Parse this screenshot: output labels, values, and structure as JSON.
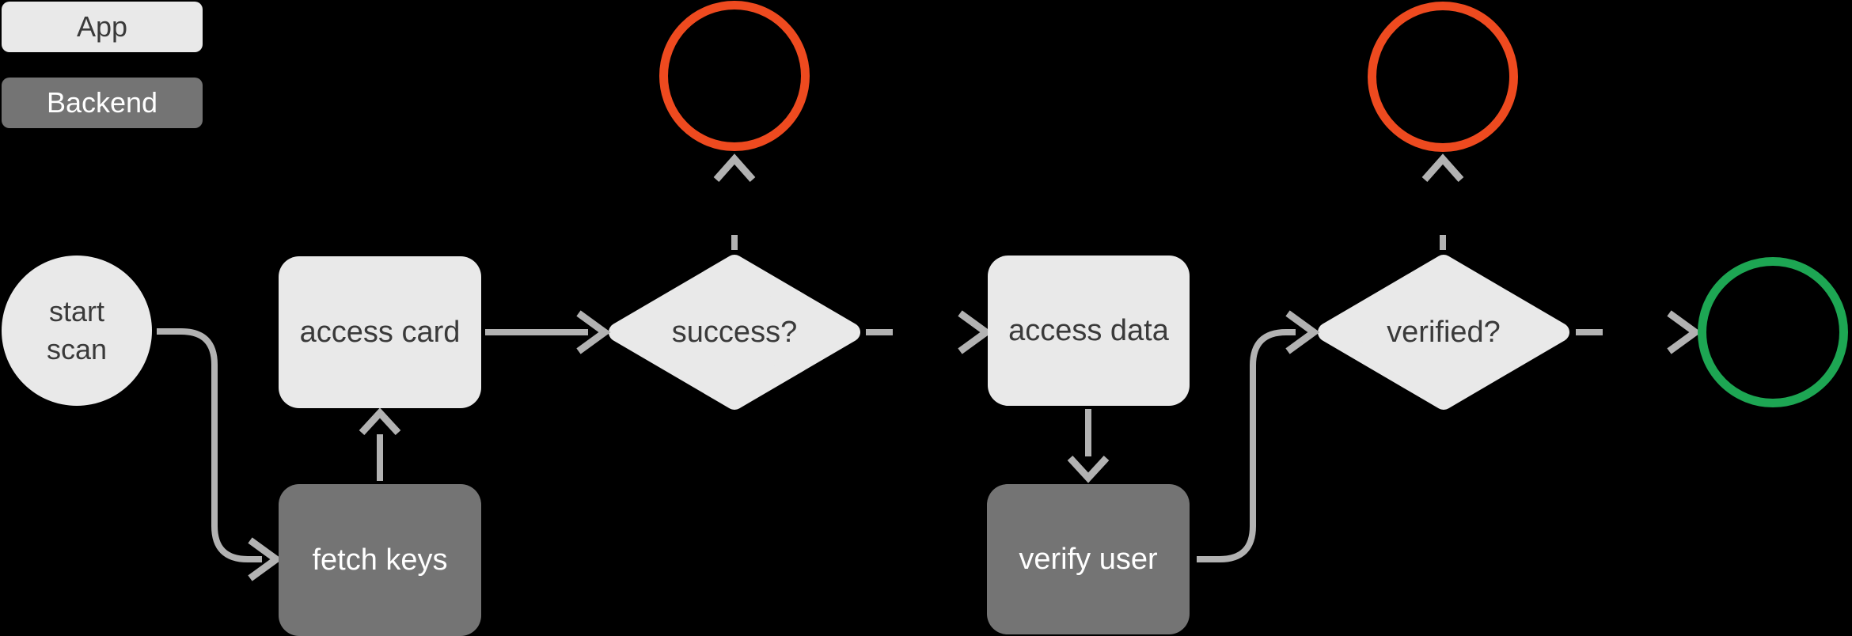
{
  "colors": {
    "background": "#000000",
    "node_light": "#E9E9E9",
    "node_dark": "#747474",
    "connector": "#B2B2B2",
    "text_dark": "#3A3A3A",
    "text_light": "#FFFFFF",
    "end_error": "#EE4A1F",
    "end_success": "#1DA653"
  },
  "legend": {
    "items": [
      {
        "label": "App",
        "style": "light"
      },
      {
        "label": "Backend",
        "style": "dark"
      }
    ]
  },
  "diagram": {
    "nodes": {
      "start_scan": {
        "label": "start scan",
        "shape": "circle",
        "layer": "App"
      },
      "access_card": {
        "label": "access card",
        "shape": "rectangle",
        "layer": "App"
      },
      "fetch_keys": {
        "label": "fetch keys",
        "shape": "rectangle",
        "layer": "Backend"
      },
      "success": {
        "label": "success?",
        "shape": "decision-diamond",
        "layer": "App"
      },
      "access_data": {
        "label": "access data",
        "shape": "rectangle",
        "layer": "App"
      },
      "verify_user": {
        "label": "verify user",
        "shape": "rectangle",
        "layer": "Backend"
      },
      "verified": {
        "label": "verified?",
        "shape": "decision-diamond",
        "layer": "App"
      },
      "end_error_1": {
        "label": "",
        "shape": "terminator-circle",
        "status": "error"
      },
      "end_error_2": {
        "label": "",
        "shape": "terminator-circle",
        "status": "error"
      },
      "end_success": {
        "label": "",
        "shape": "terminator-circle",
        "status": "success"
      }
    },
    "edges": [
      {
        "from": "start_scan",
        "to": "fetch_keys",
        "style": "solid"
      },
      {
        "from": "fetch_keys",
        "to": "access_card",
        "style": "solid"
      },
      {
        "from": "access_card",
        "to": "success",
        "style": "solid"
      },
      {
        "from": "success",
        "to": "end_error_1",
        "style": "dashed"
      },
      {
        "from": "success",
        "to": "access_data",
        "style": "dashed"
      },
      {
        "from": "access_data",
        "to": "verify_user",
        "style": "solid"
      },
      {
        "from": "verify_user",
        "to": "verified",
        "style": "solid"
      },
      {
        "from": "verified",
        "to": "end_error_2",
        "style": "dashed"
      },
      {
        "from": "verified",
        "to": "end_success",
        "style": "dashed"
      }
    ]
  }
}
